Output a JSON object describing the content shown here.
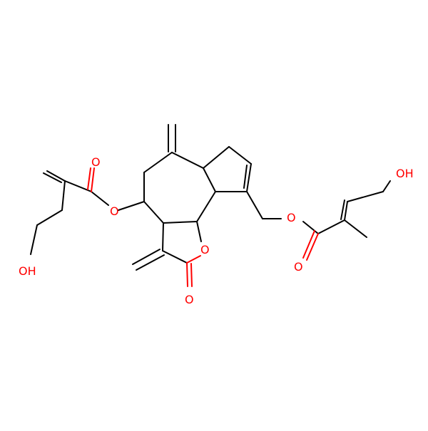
{
  "colors": {
    "bond": "#000000",
    "oxygen": "#ff0000",
    "background": "#ffffff"
  },
  "atom_labels": {
    "oh_right": "OH",
    "o_ester_right": "O",
    "o_carbonyl_right": "O",
    "o_ester_left": "O",
    "o_carbonyl_left": "O",
    "oh_left": "OH",
    "o_ring": "O",
    "o_lactone_carbonyl": "O"
  }
}
